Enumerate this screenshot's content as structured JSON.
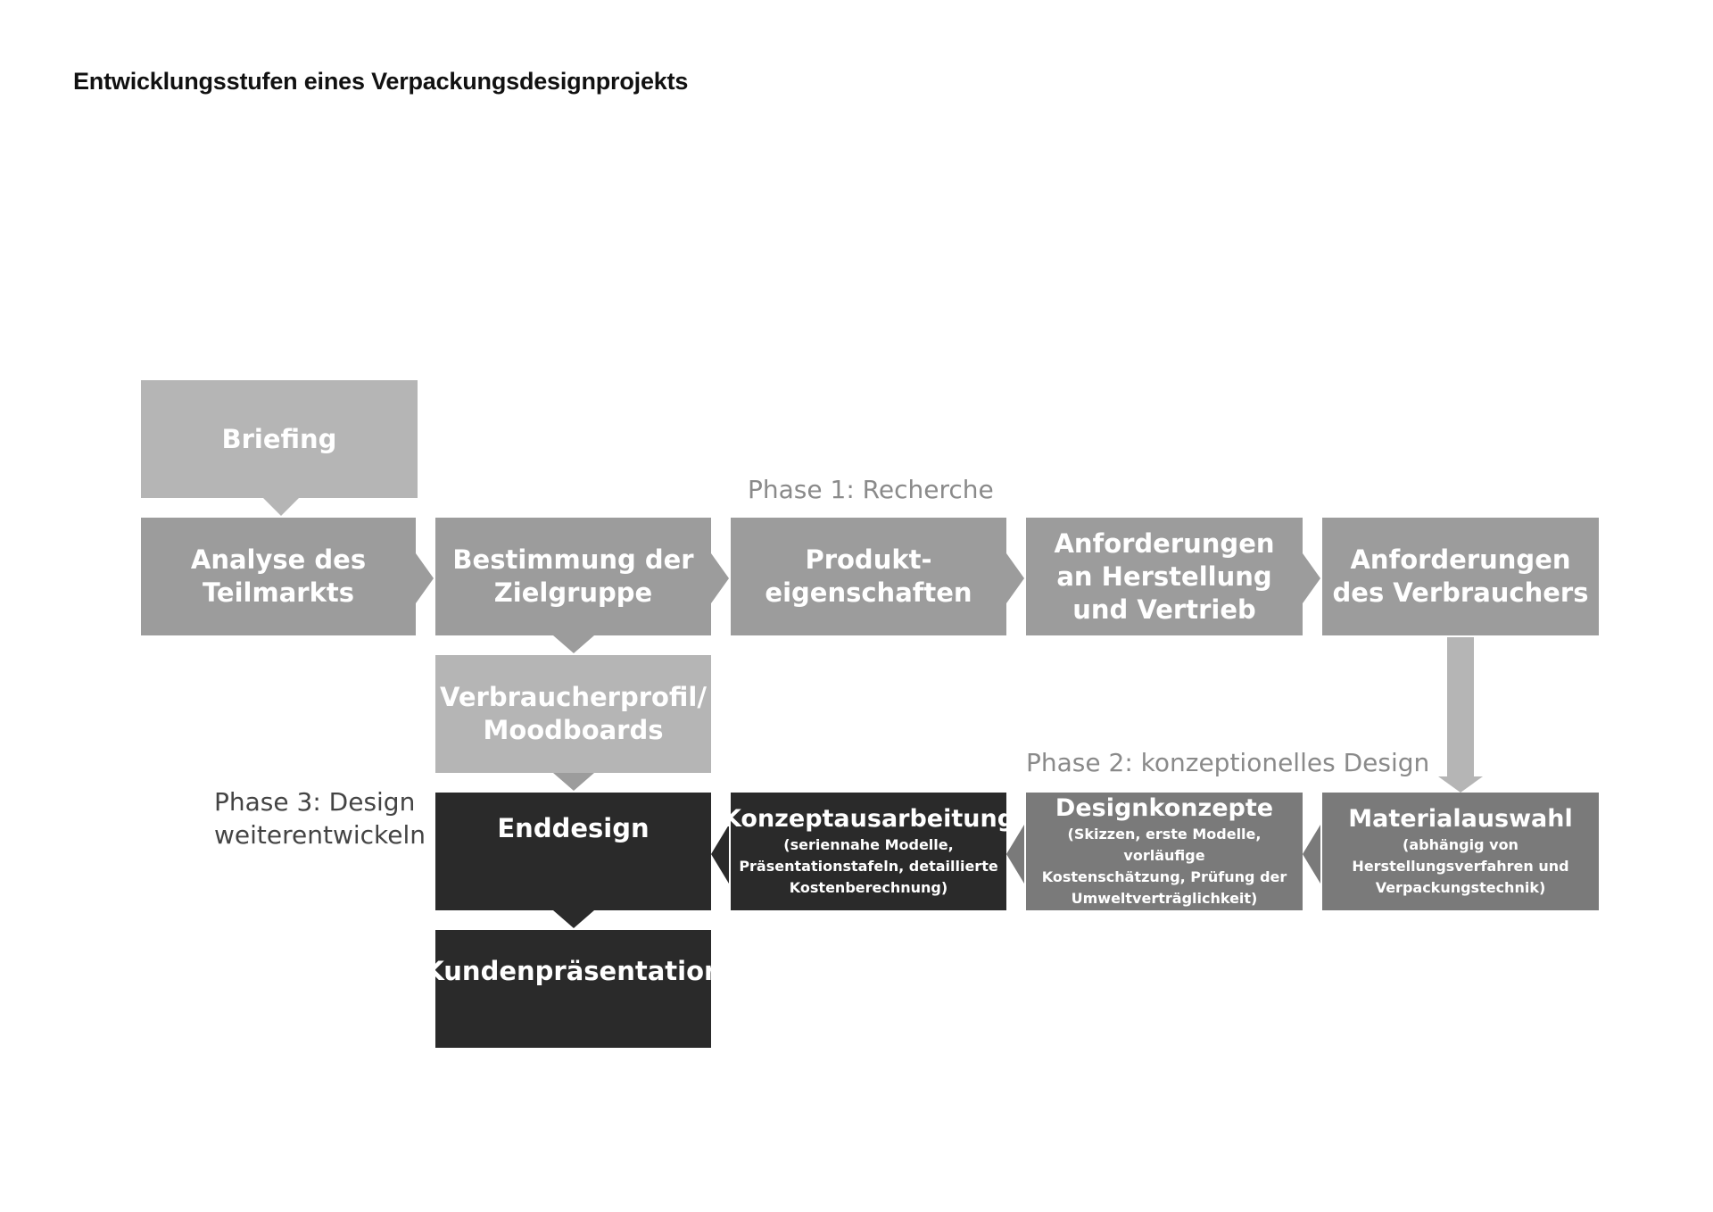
{
  "header": {
    "title": "Entwicklungsstufen eines Verpackungsdesignprojekts"
  },
  "phases": {
    "phase1": "Phase 1:  Recherche",
    "phase2": "Phase 2: konzeptionelles Design",
    "phase3": "Phase 3: Design\nweiterentwickeln"
  },
  "boxes": {
    "briefing": {
      "title": "Briefing"
    },
    "analyse": {
      "title": "Analyse des\nTeilmarkts"
    },
    "zielgruppe": {
      "title": "Bestimmung der\nZielgruppe"
    },
    "produkt": {
      "title": "Produkt-\neigenschaften"
    },
    "herstellung": {
      "title": "Anforderungen\nan Herstellung\nund Vertrieb"
    },
    "verbraucher": {
      "title": "Anforderungen\ndes Verbrauchers"
    },
    "profil": {
      "title": "Verbraucherprofil/\nMoodboards"
    },
    "enddesign": {
      "title": "Enddesign"
    },
    "konzept": {
      "title": "Konzeptausarbeitung",
      "sub": "(seriennahe Modelle,\nPräsentationstafeln, detaillierte\nKostenberechnung)"
    },
    "designkonzepte": {
      "title": "Designkonzepte",
      "sub": "(Skizzen, erste Modelle, vorläufige\nKostenschätzung, Prüfung der\nUmweltverträglichkeit)"
    },
    "material": {
      "title": "Materialauswahl",
      "sub": "(abhängig von\nHerstellungsverfahren und\nVerpackungstechnik)"
    },
    "kunden": {
      "title": "Kundenpräsentation"
    }
  },
  "colors": {
    "light": "#b5b5b5",
    "mid": "#9c9c9c",
    "dark": "#7a7a7a",
    "black": "#2a2a2a",
    "phase_label": "#8a8a8a"
  }
}
